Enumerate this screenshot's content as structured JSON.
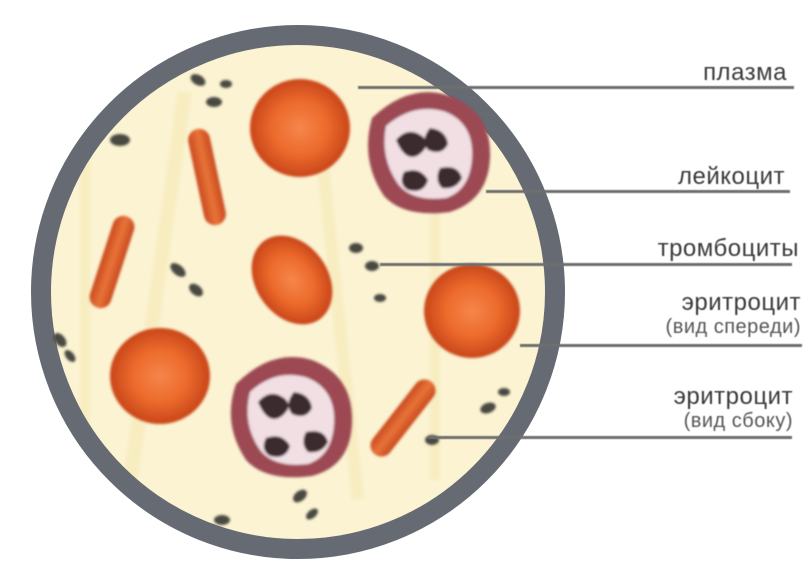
{
  "labels": {
    "plasma": "плазма",
    "leukocyte": "лейкоцит",
    "platelets": "тромбоциты",
    "erythrocyte_front": {
      "line1": "эритроцит",
      "line2": "(вид спереди)"
    },
    "erythrocyte_side": {
      "line1": "эритроцит",
      "line2": "(вид сбоку)"
    }
  },
  "colors": {
    "ring": "#666b73",
    "plasma": "#fbf3d2",
    "erythrocyte": "#e2581c",
    "erythrocyte_center": "#f07a3c",
    "leukocyte_outer": "#9c4a52",
    "leukocyte_inner": "#f1dfe4",
    "platelet": "#4a4a42"
  }
}
